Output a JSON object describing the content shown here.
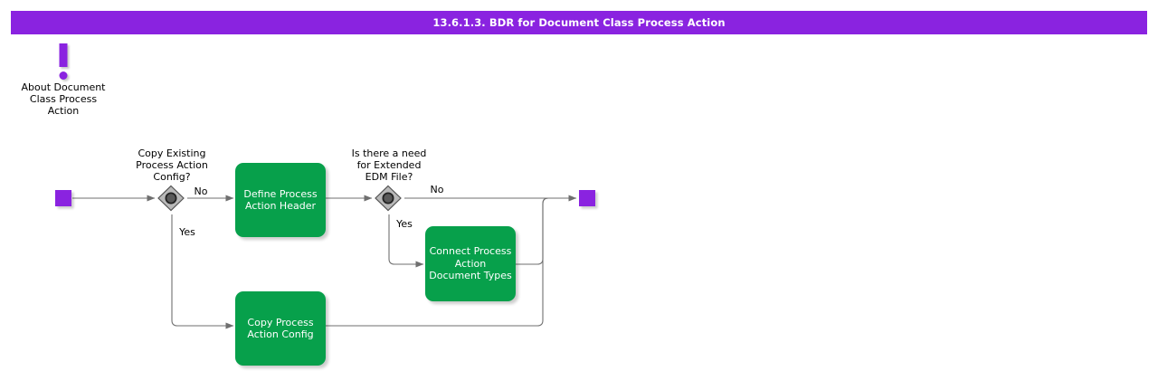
{
  "header": {
    "title": "13.6.1.3. BDR for Document Class Process Action",
    "bar_color": "#8A23E0",
    "title_color": "#ffffff"
  },
  "note": {
    "icon": "exclamation-icon",
    "text": "About Document\nClass Process\nAction",
    "color": "#8A23E0"
  },
  "palette": {
    "task_fill": "#07A04B",
    "task_text": "#ffffff",
    "terminator_fill": "#8A23E0",
    "decision_fill": "#999999",
    "line": "#666666"
  },
  "diagram": {
    "type": "flowchart",
    "start_node": {
      "name": "start",
      "shape": "square",
      "color": "#8A23E0"
    },
    "end_node": {
      "name": "end",
      "shape": "square",
      "color": "#8A23E0"
    },
    "decisions": [
      {
        "id": "decision-copy-existing",
        "question": "Copy Existing\nProcess Action\nConfig?",
        "branches": [
          {
            "label": "No",
            "target": "define-process-action-header"
          },
          {
            "label": "Yes",
            "target": "copy-process-action-config"
          }
        ]
      },
      {
        "id": "decision-extended-edm",
        "question": "Is there a need\nfor Extended\nEDM File?",
        "branches": [
          {
            "label": "No",
            "target": "end"
          },
          {
            "label": "Yes",
            "target": "connect-process-action-document-types"
          }
        ]
      }
    ],
    "tasks": [
      {
        "id": "define-process-action-header",
        "label": "Define Process\nAction Header"
      },
      {
        "id": "connect-process-action-document-types",
        "label": "Connect Process\nAction\nDocument Types"
      },
      {
        "id": "copy-process-action-config",
        "label": "Copy Process\nAction Config"
      }
    ],
    "edge_labels": {
      "d1_no": "No",
      "d1_yes": "Yes",
      "d2_no": "No",
      "d2_yes": "Yes"
    }
  }
}
